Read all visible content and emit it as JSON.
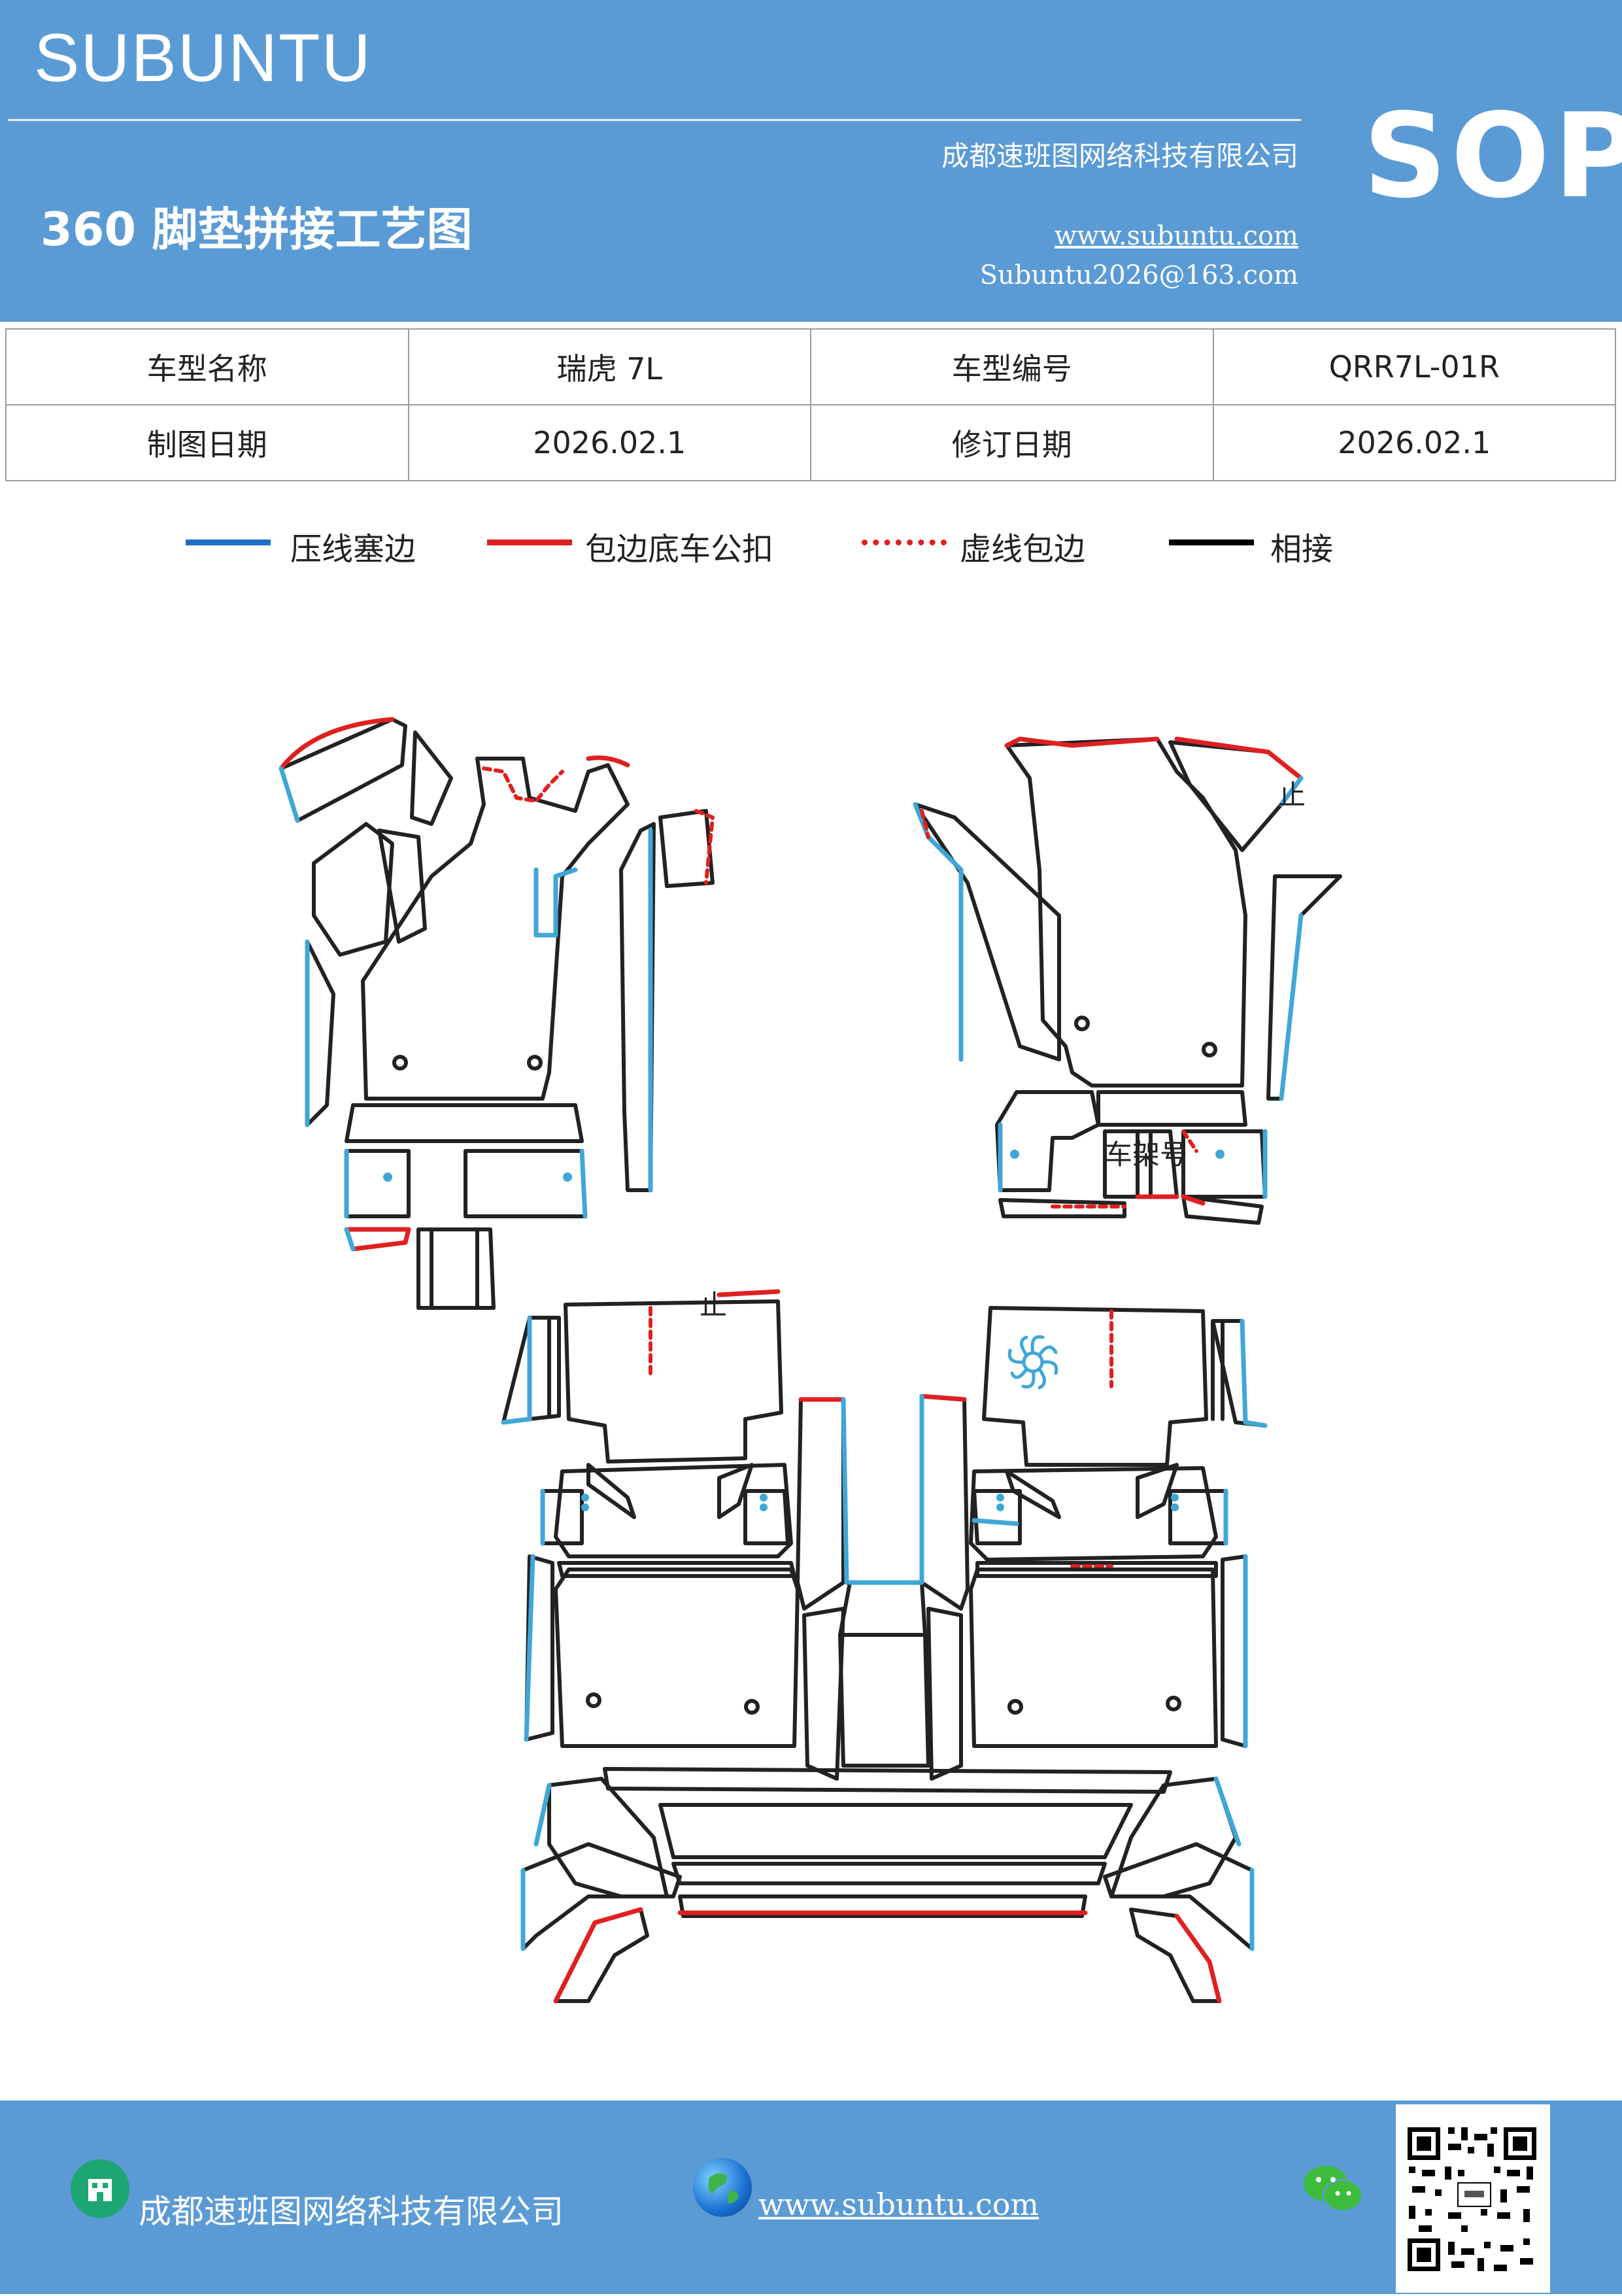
{
  "header": {
    "brand": "SUBUNTU",
    "company": "成都速班图网络科技有限公司",
    "title": "360 脚垫拼接工艺图",
    "url": "www.subuntu.com",
    "email": "Subuntu2026@163.com",
    "sop": "SOP",
    "bg_color": "#5b9bd5"
  },
  "info_table": {
    "rows": [
      [
        "车型名称",
        "瑞虎 7L",
        "车型编号",
        "QRR7L-01R"
      ],
      [
        "制图日期",
        "2026.02.1",
        "修订日期",
        "2026.02.1"
      ]
    ]
  },
  "legend": [
    {
      "label": "压线塞边",
      "color": "#1f6fc6",
      "style": "solid"
    },
    {
      "label": "包边底车公扣",
      "color": "#e02020",
      "style": "solid"
    },
    {
      "label": "虚线包边",
      "color": "#e02020",
      "style": "dotted"
    },
    {
      "label": "相接",
      "color": "#000000",
      "style": "solid"
    }
  ],
  "diagram": {
    "labels": {
      "stop_1": "止",
      "stop_2": "止",
      "vin": "车架号"
    },
    "colors": {
      "blue": "#3fa7d6",
      "red": "#e02020",
      "black": "#222222"
    }
  },
  "footer": {
    "company": "成都速班图网络科技有限公司",
    "url": "www.subuntu.com",
    "home_icon": "building-icon",
    "globe_icon": "globe-icon",
    "wechat_icon": "wechat-icon",
    "qr": "qr-code"
  }
}
